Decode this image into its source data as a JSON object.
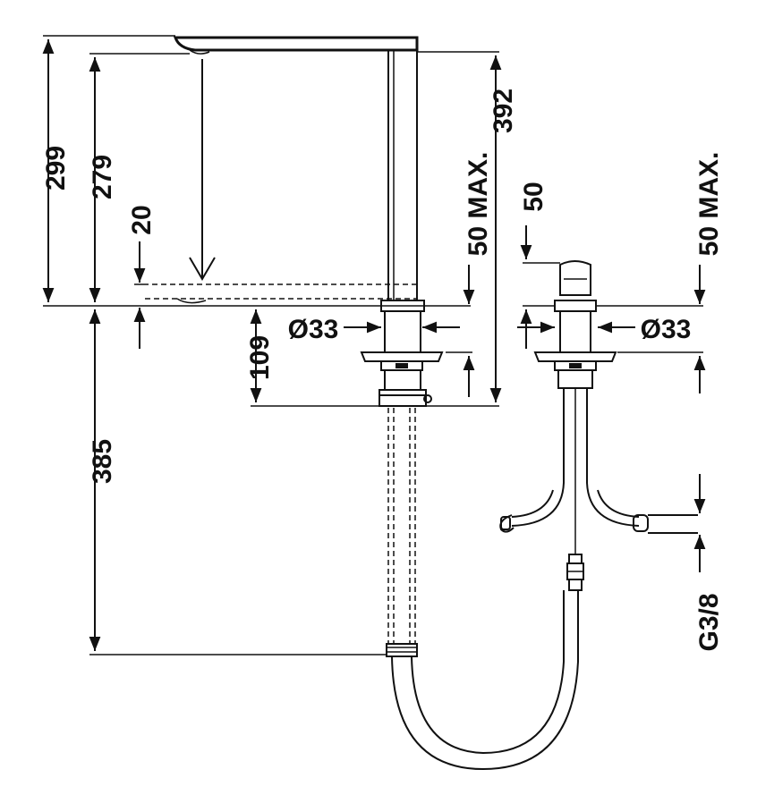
{
  "dimensions": {
    "d299": "299",
    "d279": "279",
    "d20": "20",
    "d385": "385",
    "d109": "109",
    "d392": "392",
    "d50max_left": "50 MAX.",
    "d50": "50",
    "d50max_right": "50 MAX.",
    "dia33_left": "Ø33",
    "dia33_right": "Ø33",
    "thread": "G3/8"
  }
}
